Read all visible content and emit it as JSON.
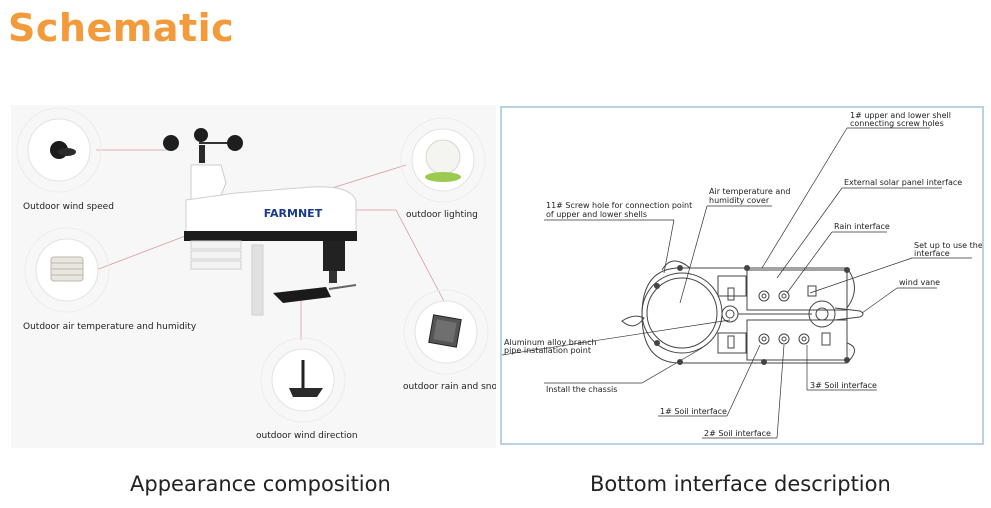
{
  "title": "Schematic",
  "appearance": {
    "caption": "Appearance composition",
    "brand": "FARMNET",
    "labels": {
      "wind_speed": "Outdoor wind speed",
      "air_temp": "Outdoor air temperature and humidity",
      "lighting": "outdoor lighting",
      "rain_snow": "outdoor rain and snow",
      "wind_direction": "outdoor wind direction"
    }
  },
  "bottom": {
    "caption": "Bottom interface description",
    "labels": {
      "screw_holes_1": "1# upper and lower shell",
      "screw_holes_2": "connecting screw holes",
      "solar": "External solar panel interface",
      "air_cover_1": "Air temperature and",
      "air_cover_2": "humidity cover",
      "screw11_1": "11# Screw hole for connection point",
      "screw11_2": "of upper and lower shells",
      "rain": "Rain interface",
      "usb_1": "Set up to use the USB",
      "usb_2": "interface",
      "wind_vane": "wind vane",
      "branch_1": "Aluminum alloy branch",
      "branch_2": "pipe installation point",
      "chassis": "Install the chassis",
      "soil3": "3# Soil interface",
      "soil1": "1# Soil interface",
      "soil2": "2# Soil interface"
    }
  }
}
